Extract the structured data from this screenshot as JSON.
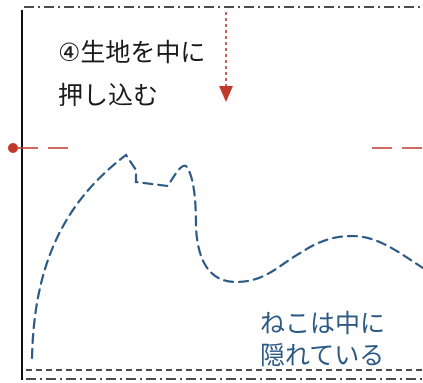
{
  "instruction": {
    "line1": "④生地を中に",
    "line2": "押し込む"
  },
  "note": {
    "line1": "ねこは中に",
    "line2": "隠れている"
  },
  "colors": {
    "frame": "#111111",
    "arrow": "#c0392b",
    "guide": "#c0392b",
    "cat_outline": "#2d5a85",
    "text": "#1a1a1a",
    "note_text": "#2d5a85"
  }
}
